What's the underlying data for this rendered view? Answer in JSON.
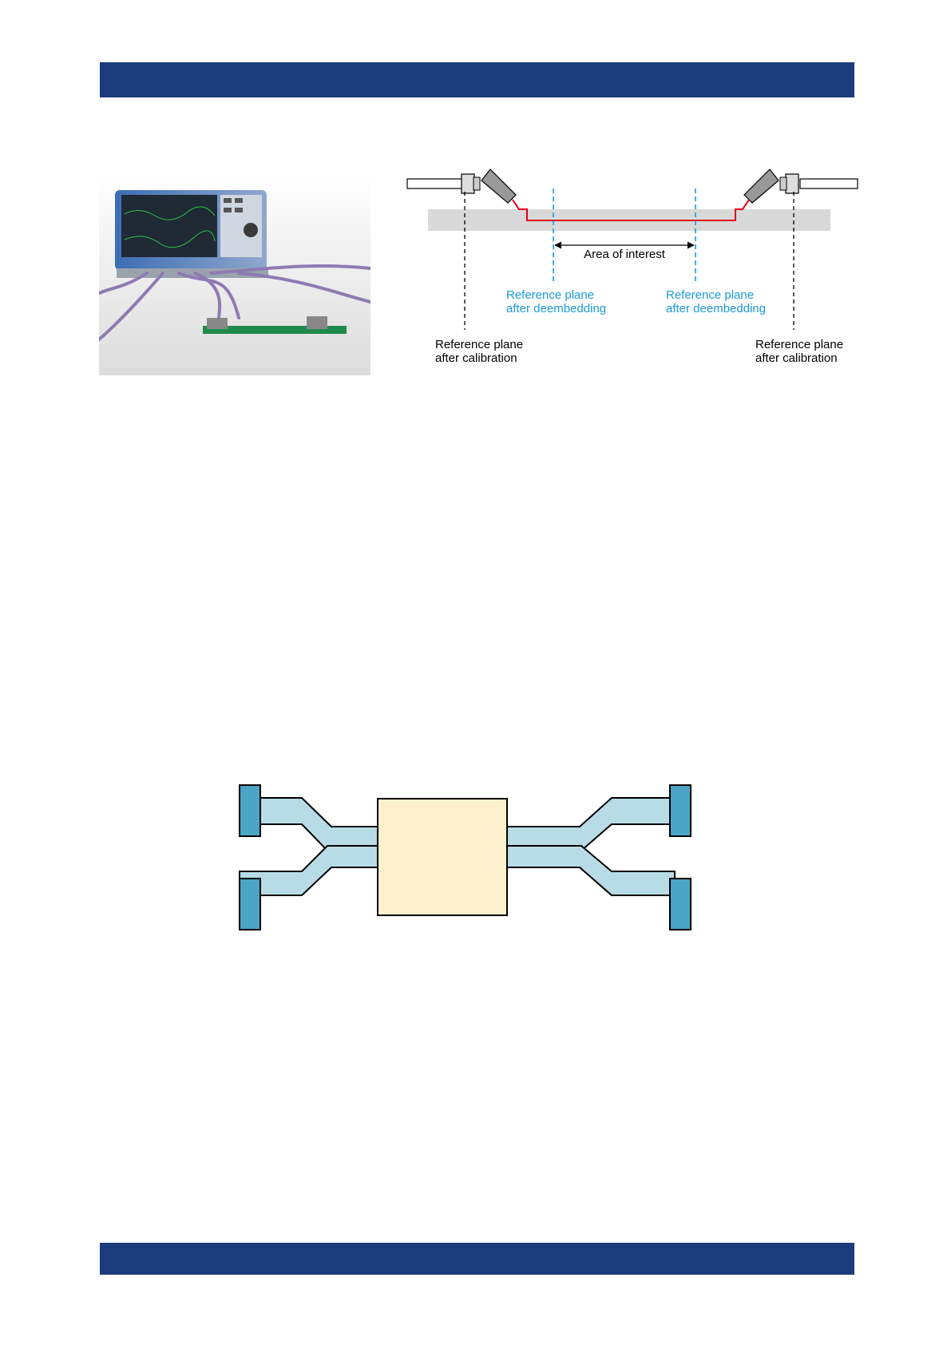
{
  "header": {
    "color": "#1b3b7d"
  },
  "footer": {
    "color": "#1b3b7d"
  },
  "figure_setup": {
    "labels": {
      "area_of_interest": "Area of interest",
      "ref_deembed_line1": "Reference plane",
      "ref_deembed_line2": "after deembedding",
      "ref_cal_line1": "Reference plane",
      "ref_cal_line2": "after calibration"
    },
    "colors": {
      "trace": "#e2001a",
      "deembed": "#1a9ad6",
      "board": "#d9d9d9"
    }
  },
  "figure_fixture": {
    "colors": {
      "dut": "#fdf0cc",
      "lines": "#b8dce6",
      "ports": "#4aa5c6"
    }
  }
}
